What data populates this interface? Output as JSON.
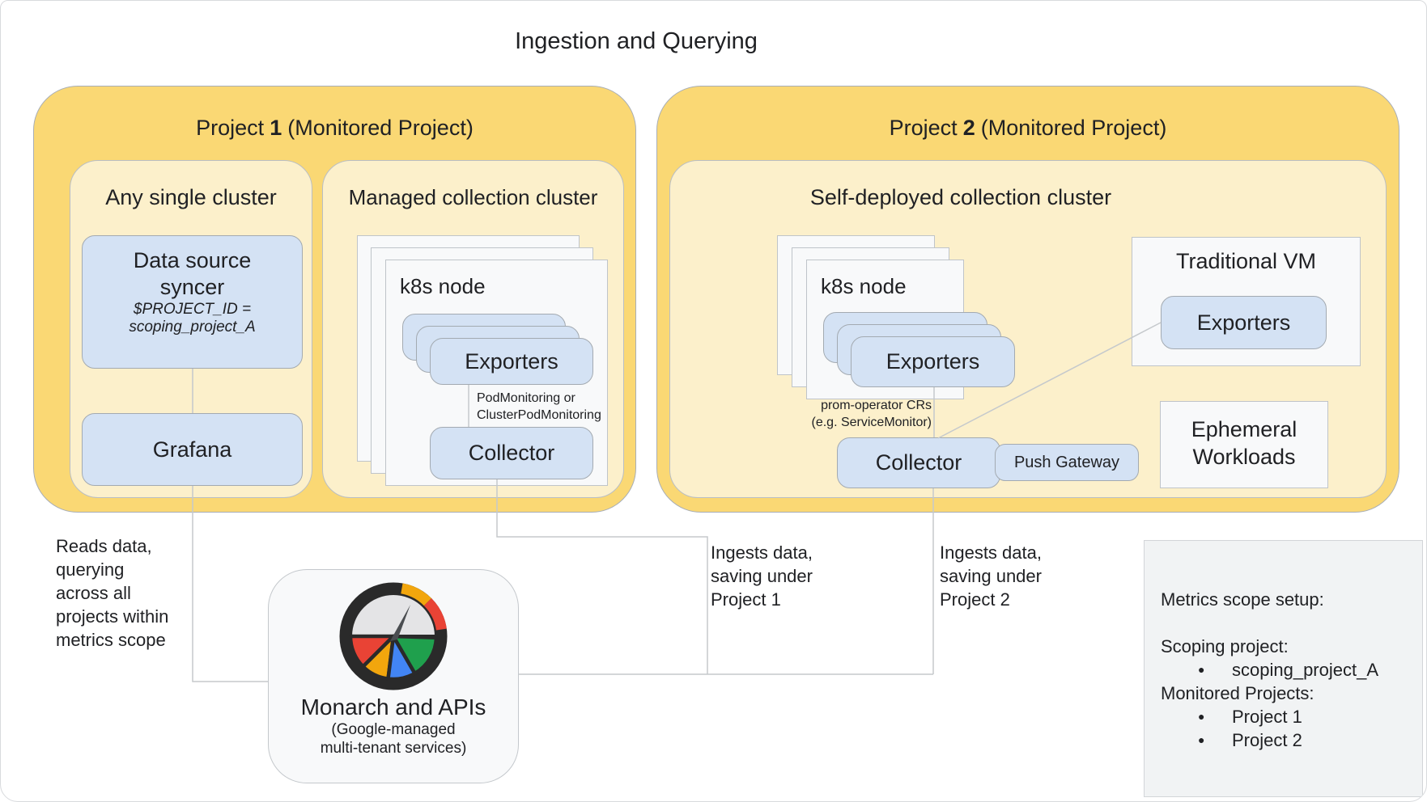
{
  "title": "Ingestion and Querying",
  "project1": {
    "name": "Project",
    "number": "1",
    "suffix": "(Monitored Project)",
    "single_cluster": {
      "label": "Any single cluster",
      "syncer": {
        "line1": "Data source",
        "line2": "syncer",
        "sub1": "$PROJECT_ID =",
        "sub2": "scoping_project_A"
      },
      "grafana_label": "Grafana"
    },
    "managed_cluster": {
      "label": "Managed collection cluster",
      "node_label": "k8s node",
      "exporters_label": "Exporters",
      "link_label_line1": "PodMonitoring or",
      "link_label_line2": "ClusterPodMonitoring",
      "collector_label": "Collector"
    }
  },
  "project2": {
    "name": "Project",
    "number": "2",
    "suffix": "(Monitored Project)",
    "cluster": {
      "label": "Self-deployed collection cluster",
      "node_label": "k8s node",
      "exporters_label": "Exporters",
      "link_label_line1": "prom-operator CRs",
      "link_label_line2": "(e.g. ServiceMonitor)",
      "collector_label": "Collector",
      "push_gateway_label": "Push Gateway"
    },
    "traditional_vm": {
      "label": "Traditional VM",
      "exporters_label": "Exporters"
    },
    "ephemeral": {
      "line1": "Ephemeral",
      "line2": "Workloads"
    }
  },
  "monarch": {
    "title": "Monarch and APIs",
    "subtitle_line1": "(Google-managed",
    "subtitle_line2": "multi-tenant services)"
  },
  "annotations": {
    "reads_data": {
      "lines": [
        "Reads data,",
        "querying",
        "across all",
        "projects within",
        "metrics scope"
      ]
    },
    "ingests_project1": {
      "lines": [
        "Ingests data,",
        "saving under",
        "Project 1"
      ]
    },
    "ingests_project2": {
      "lines": [
        "Ingests data,",
        "saving under",
        "Project 2"
      ]
    }
  },
  "metrics_scope": {
    "title": "Metrics scope setup:",
    "scoping_label": "Scoping project:",
    "scoping_project": "scoping_project_A",
    "monitored_label": "Monitored Projects:",
    "monitored_projects": [
      "Project 1",
      "Project 2"
    ],
    "bullet": "●"
  },
  "colors": {
    "project_fill": "#FAD874",
    "cluster_fill": "#FCF0CB",
    "node_card_fill": "#F8F9FA",
    "component_fill": "#D4E2F4",
    "connector_line": "#C5C9CC",
    "gauge_red": "#E94335",
    "gauge_yellow": "#F2A60D",
    "gauge_blue": "#4285F4",
    "gauge_green": "#1FA04D"
  }
}
